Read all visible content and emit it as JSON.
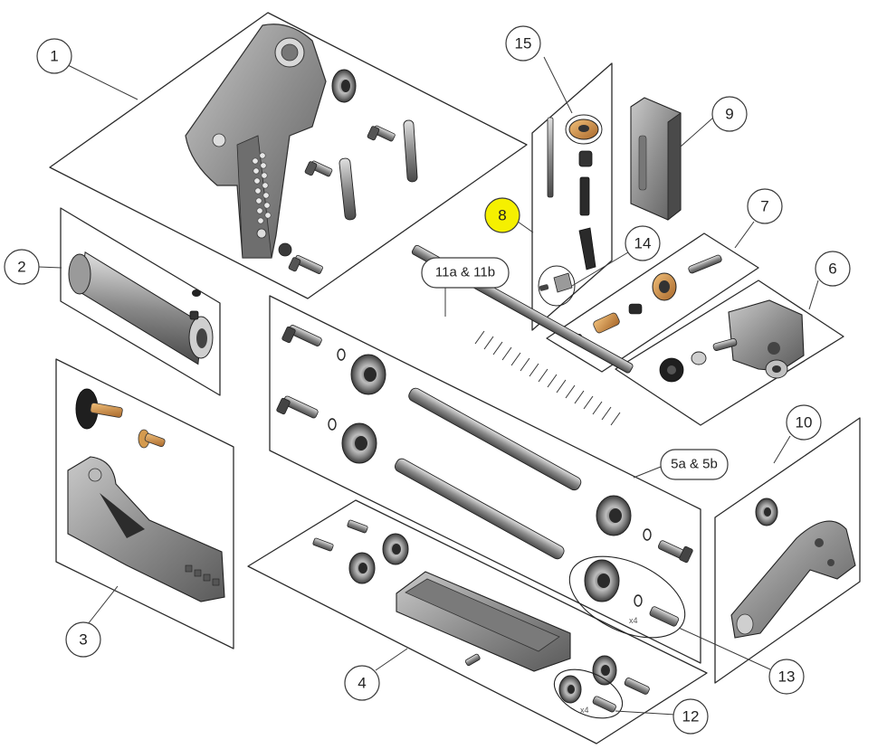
{
  "callouts": {
    "c1": "1",
    "c2": "2",
    "c3": "3",
    "c4": "4",
    "c6": "6",
    "c7": "7",
    "c8": "8",
    "c9": "9",
    "c10": "10",
    "c12": "12",
    "c13": "13",
    "c14": "14",
    "c15": "15",
    "c11": "11a & 11b",
    "c5": "5a & 5b"
  },
  "quantities": {
    "q13": "x4",
    "q12": "x4"
  },
  "highlight_color": "#f5f000",
  "part_colors": {
    "bronze": "#c98a3a",
    "steel": "#7d7d7d",
    "dark": "#2f2f2f"
  }
}
